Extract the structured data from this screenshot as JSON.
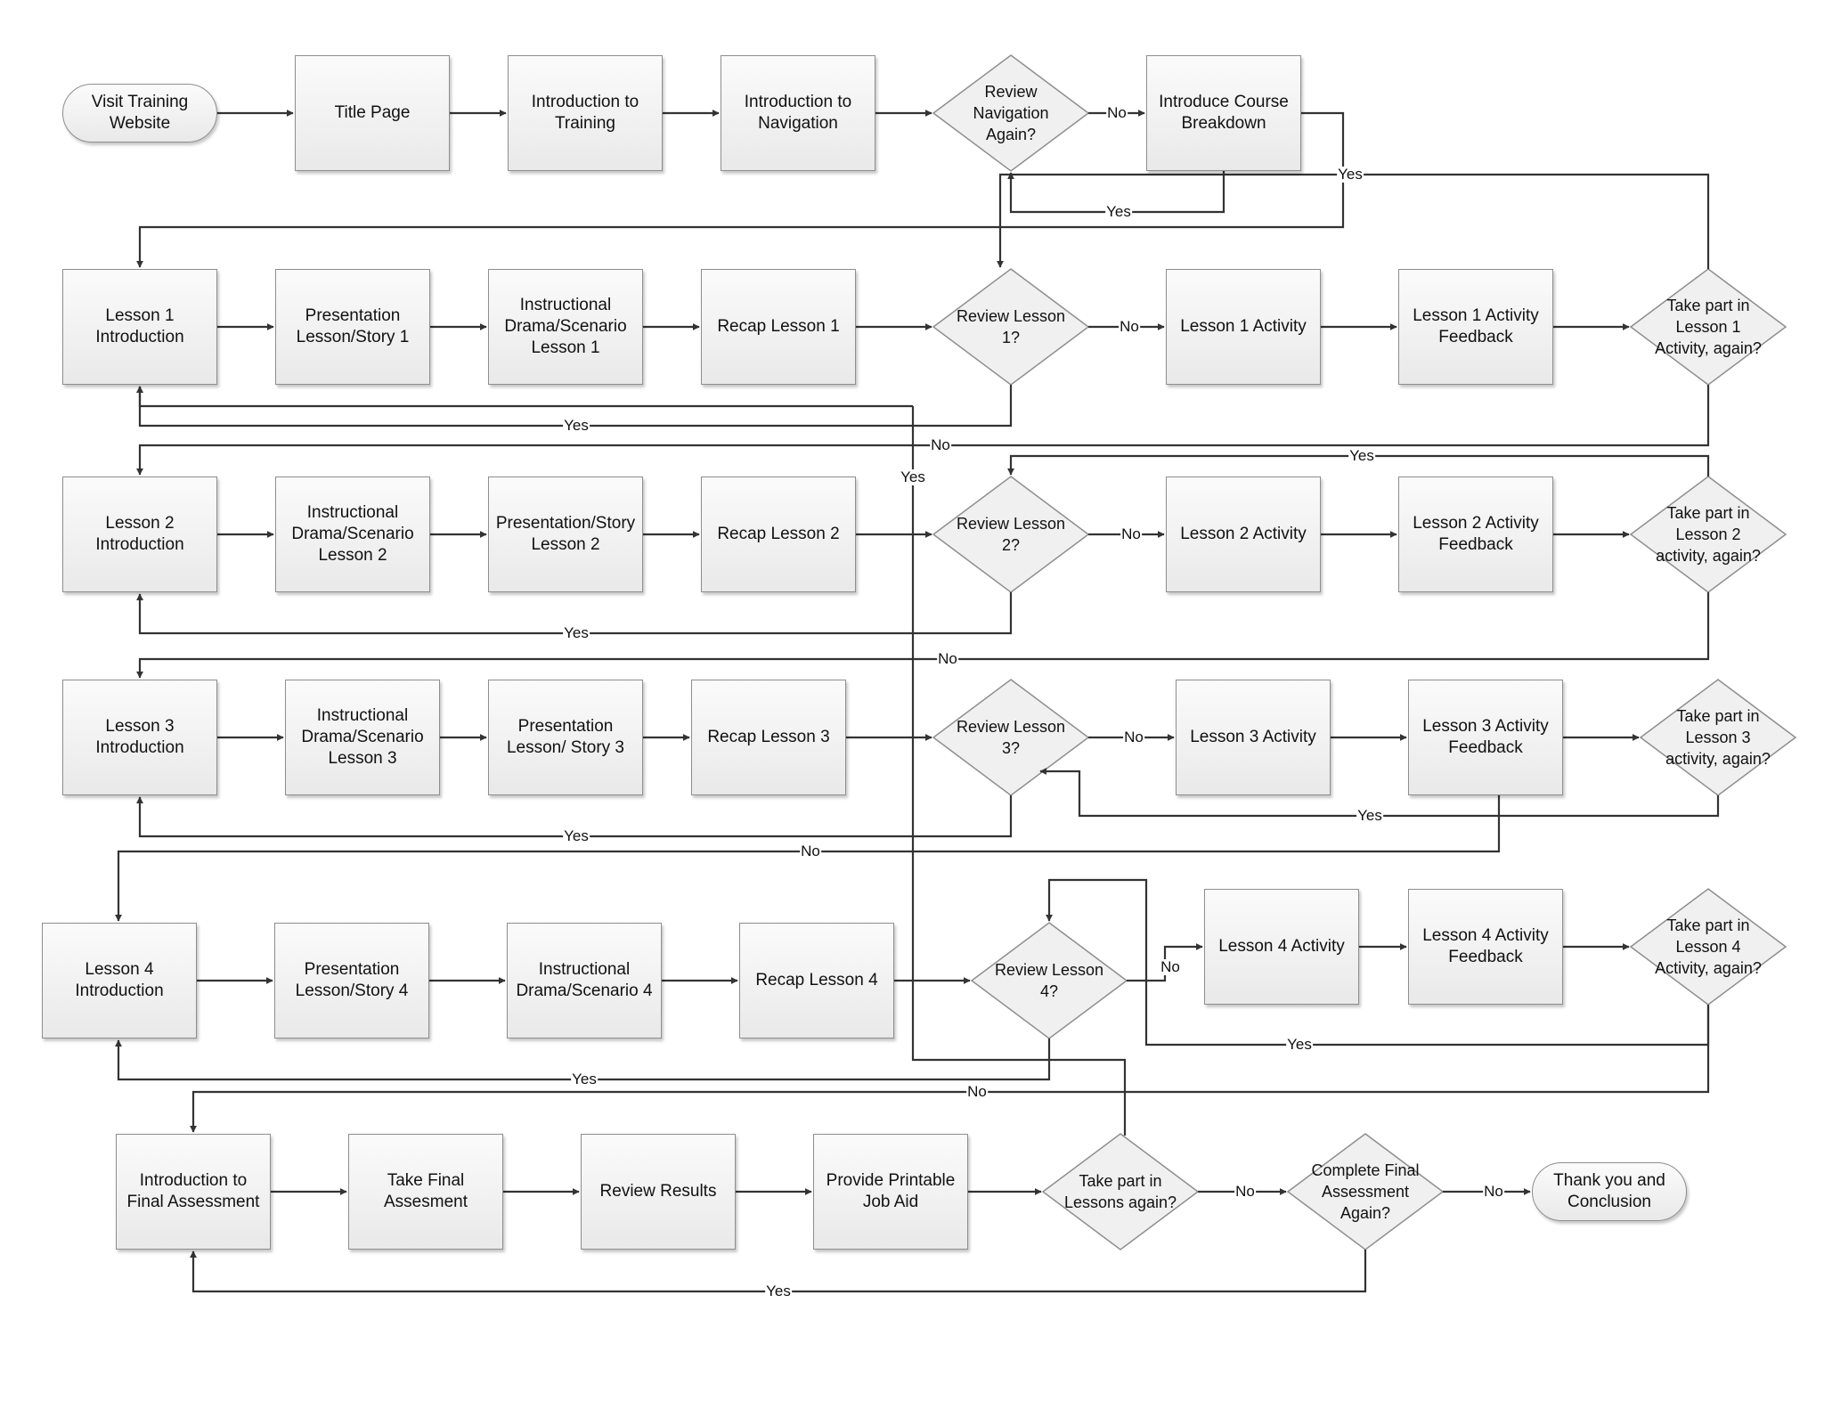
{
  "nodes": {
    "visit": {
      "text": "Visit Training\nWebsite"
    },
    "title": {
      "text": "Title Page"
    },
    "intro_training": {
      "text": "Introduction to\nTraining"
    },
    "intro_nav": {
      "text": "Introduction to\nNavigation"
    },
    "review_nav": {
      "text": "Review\nNavigation\nAgain?"
    },
    "course_breakdown": {
      "text": "Introduce Course\nBreakdown"
    },
    "l1_intro": {
      "text": "Lesson 1\nIntroduction"
    },
    "l1_pres": {
      "text": "Presentation\nLesson/Story 1"
    },
    "l1_drama": {
      "text": "Instructional\nDrama/Scenario\nLesson 1"
    },
    "l1_recap": {
      "text": "Recap Lesson 1"
    },
    "l1_review": {
      "text": "Review Lesson\n1?"
    },
    "l1_activity": {
      "text": "Lesson 1 Activity"
    },
    "l1_feedback": {
      "text": "Lesson 1 Activity\nFeedback"
    },
    "l1_again": {
      "text": "Take part in\nLesson 1\nActivity, again?"
    },
    "l2_intro": {
      "text": "Lesson 2\nIntroduction"
    },
    "l2_drama": {
      "text": "Instructional\nDrama/Scenario\nLesson 2"
    },
    "l2_pres": {
      "text": "Presentation/Story\nLesson 2"
    },
    "l2_recap": {
      "text": "Recap Lesson 2"
    },
    "l2_review": {
      "text": "Review Lesson\n2?"
    },
    "l2_activity": {
      "text": "Lesson 2 Activity"
    },
    "l2_feedback": {
      "text": "Lesson 2 Activity\nFeedback"
    },
    "l2_again": {
      "text": "Take part in\nLesson 2\nactivity, again?"
    },
    "l3_intro": {
      "text": "Lesson 3\nIntroduction"
    },
    "l3_drama": {
      "text": "Instructional\nDrama/Scenario\nLesson 3"
    },
    "l3_pres": {
      "text": "Presentation\nLesson/ Story 3"
    },
    "l3_recap": {
      "text": "Recap Lesson 3"
    },
    "l3_review": {
      "text": "Review Lesson\n3?"
    },
    "l3_activity": {
      "text": "Lesson 3 Activity"
    },
    "l3_feedback": {
      "text": "Lesson 3 Activity\nFeedback"
    },
    "l3_again": {
      "text": "Take part in\nLesson 3\nactivity, again?"
    },
    "l4_intro": {
      "text": "Lesson 4\nIntroduction"
    },
    "l4_pres": {
      "text": "Presentation\nLesson/Story 4"
    },
    "l4_drama": {
      "text": "Instructional\nDrama/Scenario 4"
    },
    "l4_recap": {
      "text": "Recap Lesson 4"
    },
    "l4_review": {
      "text": "Review Lesson\n4?"
    },
    "l4_activity": {
      "text": "Lesson 4 Activity"
    },
    "l4_feedback": {
      "text": "Lesson 4 Activity\nFeedback"
    },
    "l4_again": {
      "text": "Take part in\nLesson 4\nActivity, again?"
    },
    "final_intro": {
      "text": "Introduction to\nFinal Assessment"
    },
    "final_take": {
      "text": "Take Final\nAssesment"
    },
    "final_results": {
      "text": "Review Results"
    },
    "final_jobaid": {
      "text": "Provide Printable\nJob Aid"
    },
    "lessons_again": {
      "text": "Take part in\nLessons again?"
    },
    "final_again": {
      "text": "Complete Final\nAssessment\nAgain?"
    },
    "conclusion": {
      "text": "Thank you and\nConclusion"
    }
  },
  "edge_labels": {
    "yes": "Yes",
    "no": "No"
  }
}
